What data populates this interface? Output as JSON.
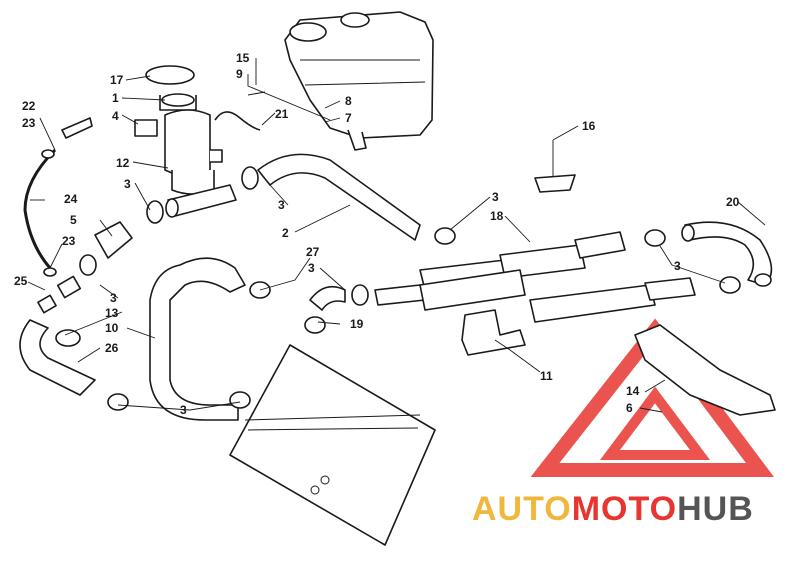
{
  "callouts": {
    "c1": "1",
    "c2": "2",
    "c3a": "3",
    "c3b": "3",
    "c3c": "3",
    "c3d": "3",
    "c3e": "3",
    "c3f": "3",
    "c3g": "3",
    "c4": "4",
    "c5": "5",
    "c6": "6",
    "c7": "7",
    "c8": "8",
    "c9": "9",
    "c10": "10",
    "c11": "11",
    "c12": "12",
    "c13": "13",
    "c14": "14",
    "c15": "15",
    "c16": "16",
    "c17": "17",
    "c18": "18",
    "c19": "19",
    "c20": "20",
    "c21": "21",
    "c22": "22",
    "c23a": "23",
    "c23b": "23",
    "c24": "24",
    "c25": "25",
    "c26": "26",
    "c27": "27"
  },
  "watermark": {
    "brand": "AUTOMOTOHUB",
    "part_auto": "AUTO",
    "part_moto": "MOTO",
    "part_hub": "HUB",
    "color_auto": "#f0b73c",
    "color_moto": "#e8352f",
    "color_hub": "#555555"
  }
}
